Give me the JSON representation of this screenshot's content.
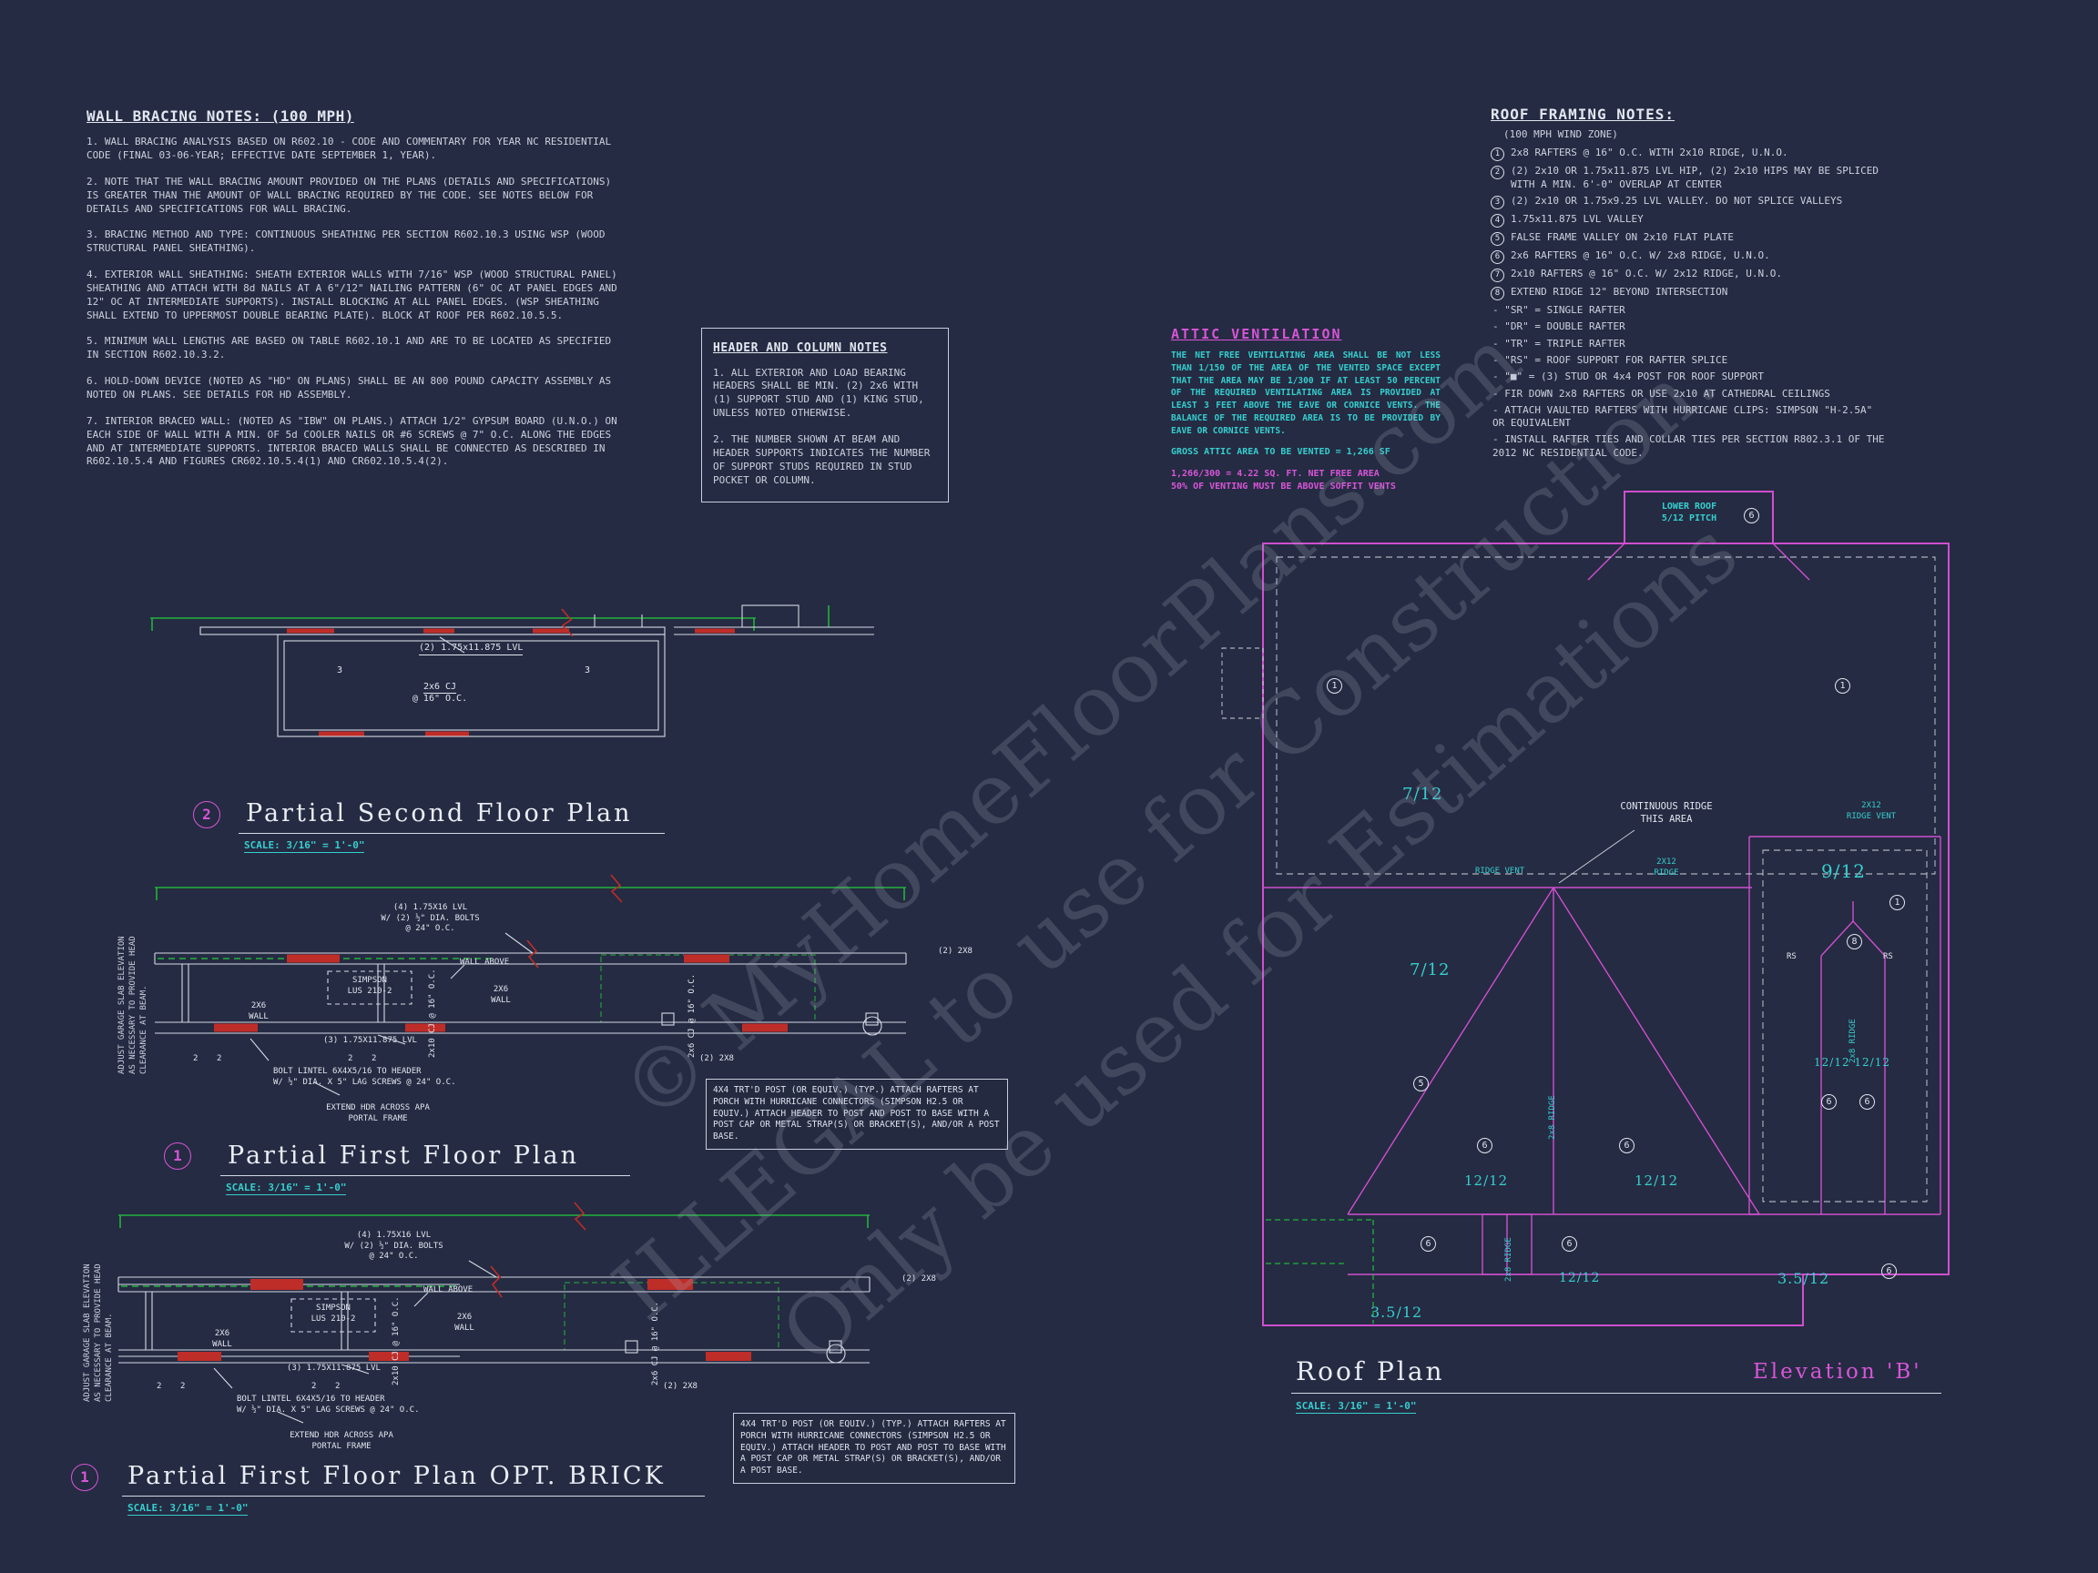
{
  "colors": {
    "bg": "#252b42",
    "text": "#ccd1df",
    "cyan": "#35cfcf",
    "magenta": "#d855d8",
    "green": "#22b33c",
    "red": "#bf2d28",
    "line": "#d5dae6"
  },
  "watermark": {
    "line1": "© MyHomeFloorPlans.com",
    "line2": "ILLEGAL to use for Construction.",
    "line3": "Only be used for Estimations"
  },
  "wall_bracing": {
    "title": "WALL BRACING NOTES: (100 MPH)",
    "notes": [
      "1. WALL BRACING ANALYSIS BASED ON R602.10 - CODE AND COMMENTARY FOR YEAR NC RESIDENTIAL CODE (FINAL 03-06-YEAR; EFFECTIVE DATE SEPTEMBER 1, YEAR).",
      "2. NOTE THAT THE WALL BRACING AMOUNT PROVIDED ON THE PLANS (DETAILS AND SPECIFICATIONS) IS GREATER THAN THE AMOUNT OF WALL BRACING REQUIRED BY THE CODE. SEE NOTES BELOW FOR DETAILS AND SPECIFICATIONS FOR WALL BRACING.",
      "3. BRACING METHOD AND TYPE: CONTINUOUS SHEATHING PER SECTION R602.10.3 USING WSP (WOOD STRUCTURAL PANEL SHEATHING).",
      "4. EXTERIOR WALL SHEATHING: SHEATH EXTERIOR WALLS WITH 7/16\" WSP (WOOD STRUCTURAL PANEL) SHEATHING AND ATTACH WITH 8d NAILS AT A 6\"/12\" NAILING PATTERN (6\" OC AT PANEL EDGES AND 12\" OC AT INTERMEDIATE SUPPORTS). INSTALL BLOCKING AT ALL PANEL EDGES. (WSP SHEATHING SHALL EXTEND TO UPPERMOST DOUBLE BEARING PLATE). BLOCK AT ROOF PER R602.10.5.5.",
      "5. MINIMUM WALL LENGTHS ARE BASED ON TABLE R602.10.1 AND ARE TO BE LOCATED AS SPECIFIED IN SECTION R602.10.3.2.",
      "6. HOLD-DOWN DEVICE (NOTED AS \"HD\" ON PLANS) SHALL BE AN 800 POUND CAPACITY ASSEMBLY AS NOTED ON PLANS. SEE DETAILS FOR HD ASSEMBLY.",
      "7. INTERIOR BRACED WALL: (NOTED AS \"IBW\" ON PLANS.) ATTACH 1/2\" GYPSUM BOARD (U.N.O.) ON EACH SIDE OF WALL WITH A MIN. OF 5d COOLER NAILS OR #6 SCREWS @ 7\" O.C. ALONG THE EDGES AND AT INTERMEDIATE SUPPORTS.  INTERIOR BRACED WALLS SHALL BE CONNECTED AS DESCRIBED IN R602.10.5.4 AND FIGURES CR602.10.5.4(1) AND CR602.10.5.4(2)."
    ]
  },
  "header_column": {
    "title": "HEADER AND COLUMN NOTES",
    "notes": [
      "1. ALL EXTERIOR AND LOAD BEARING HEADERS SHALL BE MIN. (2) 2x6 WITH (1) SUPPORT STUD AND (1) KING STUD, UNLESS NOTED OTHERWISE.",
      "2. THE NUMBER SHOWN AT BEAM AND HEADER SUPPORTS INDICATES THE NUMBER OF SUPPORT STUDS REQUIRED IN STUD POCKET OR COLUMN."
    ]
  },
  "attic": {
    "title": "ATTIC VENTILATION",
    "body": "THE NET FREE VENTILATING AREA SHALL BE NOT LESS THAN 1/150 OF THE AREA OF THE VENTED SPACE EXCEPT THAT THE AREA MAY BE 1/300 IF AT LEAST 50 PERCENT OF THE REQUIRED VENTILATING AREA IS PROVIDED AT LEAST 3 FEET ABOVE THE EAVE OR CORNICE VENTS.  THE BALANCE OF THE REQUIRED AREA IS TO BE PROVIDED BY EAVE OR CORNICE VENTS.",
    "gross": "GROSS ATTIC AREA TO BE VENTED = 1,266 SF",
    "calc1": "1,266/300 = 4.22 SQ. FT. NET FREE AREA",
    "calc2": "50% OF VENTING MUST BE ABOVE SOFFIT VENTS"
  },
  "roof_notes": {
    "title": "ROOF FRAMING NOTES:",
    "subtitle": "(100 MPH WIND ZONE)",
    "numbered": [
      {
        "n": "1",
        "text": "2x8 RAFTERS @ 16\" O.C. WITH 2x10 RIDGE, U.N.O."
      },
      {
        "n": "2",
        "text": "(2) 2x10 OR 1.75x11.875 LVL HIP, (2) 2x10 HIPS MAY BE SPLICED WITH A MIN. 6'-0\" OVERLAP AT CENTER"
      },
      {
        "n": "3",
        "text": "(2) 2x10 OR 1.75x9.25 LVL VALLEY. DO NOT SPLICE VALLEYS"
      },
      {
        "n": "4",
        "text": "1.75x11.875 LVL VALLEY"
      },
      {
        "n": "5",
        "text": "FALSE FRAME VALLEY ON 2x10 FLAT PLATE"
      },
      {
        "n": "6",
        "text": "2x6 RAFTERS @ 16\" O.C. W/ 2x8 RIDGE, U.N.O."
      },
      {
        "n": "7",
        "text": "2x10 RAFTERS @ 16\" O.C. W/ 2x12 RIDGE, U.N.O."
      },
      {
        "n": "8",
        "text": "EXTEND RIDGE 12\" BEYOND INTERSECTION"
      }
    ],
    "dashed": [
      "- \"SR\" = SINGLE RAFTER",
      "- \"DR\" = DOUBLE RAFTER",
      "- \"TR\" = TRIPLE RAFTER",
      "- \"RS\" = ROOF SUPPORT FOR RAFTER SPLICE",
      "- \"■\" = (3) STUD OR 4x4 POST FOR ROOF SUPPORT",
      "- FIR DOWN 2x8 RAFTERS OR USE 2x10 AT CATHEDRAL CEILINGS",
      "- ATTACH VAULTED RAFTERS WITH HURRICANE CLIPS: SIMPSON \"H-2.5A\" OR EQUIVALENT",
      "- INSTALL RAFTER TIES AND COLLAR TIES PER SECTION R802.3.1 OF THE 2012 NC RESIDENTIAL CODE."
    ]
  },
  "titles": {
    "second_floor": {
      "num": "2",
      "title": "Partial Second Floor Plan",
      "scale": "SCALE: 3/16\" = 1'-0\""
    },
    "first_floor": {
      "num": "1",
      "title": "Partial First Floor Plan",
      "scale": "SCALE: 3/16\" = 1'-0\""
    },
    "first_floor_brick": {
      "num": "1",
      "title": "Partial First Floor Plan OPT. BRICK",
      "scale": "SCALE: 3/16\" = 1'-0\""
    },
    "roof_plan": {
      "title": "Roof Plan",
      "scale": "SCALE: 3/16\" = 1'-0\"",
      "elevation": "Elevation 'B'"
    }
  },
  "sf_labels": {
    "lvl": "(2) 1.75x11.875 LVL",
    "cj1": "2x6 CJ",
    "cj2": "@ 16\" O.C.",
    "m3": "3"
  },
  "ff_labels": {
    "lvl16_1": "(4) 1.75X16 LVL",
    "lvl16_2": "W/ (2) ½\" DIA. BOLTS",
    "lvl16_3": "@ 24\" O.C.",
    "wall_above": "WALL ABOVE",
    "simpson1": "SIMPSON",
    "simpson2": "LUS 210-2",
    "w2x6a": "2X6",
    "w2x6b": "WALL",
    "cj10": "2x10 CJ @ 16\" O.C.",
    "cj6": "2x6 CJ @ 16\" O.C.",
    "lvl3": "(3) 1.75X11.875 LVL",
    "b2x8": "(2) 2X8",
    "bolt1": "BOLT LINTEL 6X4X5/16 TO HEADER",
    "bolt2": "W/ ½\" DIA. X 5\" LAG SCREWS @ 24\" O.C.",
    "extend1": "EXTEND HDR ACROSS APA",
    "extend2": "PORTAL FRAME",
    "m2": "2",
    "garage": "ADJUST GARAGE SLAB ELEVATION AS NECESSARY TO PROVIDE HEAD CLEARANCE AT BEAM.",
    "post_note": "4X4 TRT'D POST (OR EQUIV.) (TYP.) ATTACH RAFTERS AT PORCH WITH HURRICANE CONNECTORS (SIMPSON H2.5 OR EQUIV.) ATTACH HEADER TO POST AND POST TO BASE WITH A POST CAP OR METAL STRAP(S) OR BRACKET(S), AND/OR A POST BASE."
  },
  "roof_labels": {
    "lower1": "LOWER ROOF",
    "lower2": "5/12 PITCH",
    "cont1": "CONTINUOUS RIDGE",
    "cont2": "THIS AREA",
    "ridge_vent": "RIDGE VENT",
    "r2x12a": "2X12",
    "r2x12b": "RIDGE",
    "r2x12v1": "2X12",
    "r2x12v2": "RIDGE VENT",
    "r2x8": "2x8 RIDGE",
    "p712": "7/12",
    "p912": "9/12",
    "p1212": "12/12",
    "p1212d": "12/12 12/12",
    "p3512": "3.5/12",
    "rs": "RS",
    "n1": "1",
    "n5": "5",
    "n6": "6",
    "n8": "8"
  }
}
